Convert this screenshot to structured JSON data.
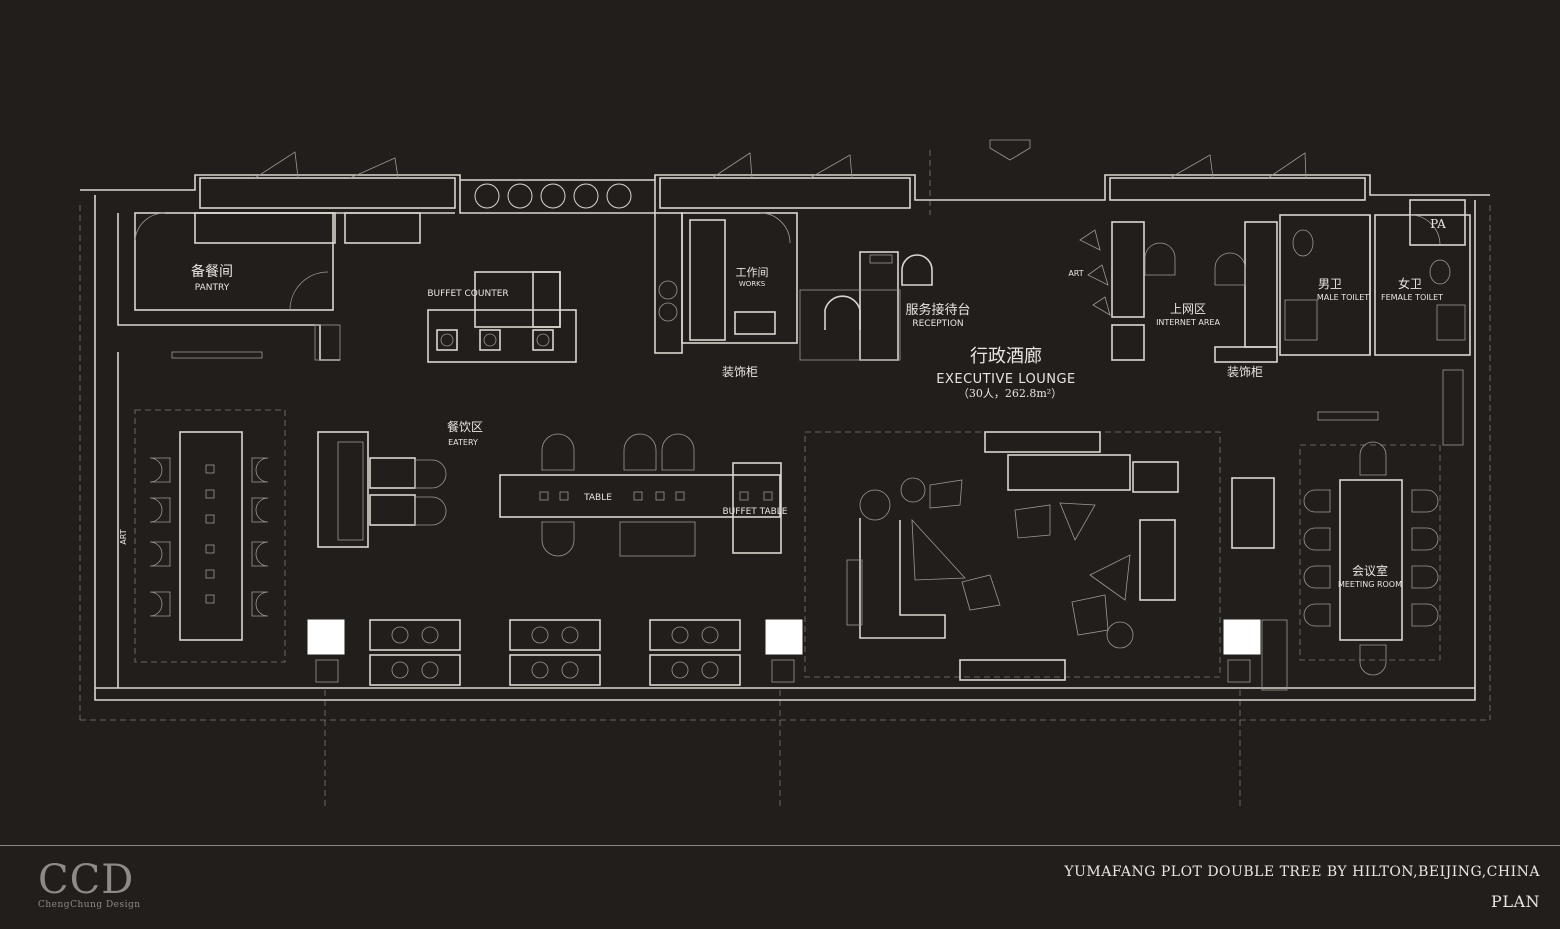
{
  "labels": {
    "pantry_zh": "备餐间",
    "pantry_en": "PANTRY",
    "buffet_counter": "BUFFET COUNTER",
    "works_zh": "工作间",
    "works_en": "WORKS",
    "reception_zh": "服务接待台",
    "reception_en": "RECEPTION",
    "art_left": "ART",
    "art_right": "ART",
    "internet_zh": "上网区",
    "internet_en": "INTERNET AREA",
    "male_zh": "男卫",
    "male_en": "MALE TOILET",
    "female_zh": "女卫",
    "female_en": "FEMALE TOILET",
    "pa": "PA",
    "cabinet_left": "装饰柜",
    "cabinet_right": "装饰柜",
    "lounge_zh": "行政酒廊",
    "lounge_en": "EXECUTIVE LOUNGE",
    "lounge_capacity": "（30人，262.8m²）",
    "eatery_zh": "餐饮区",
    "eatery_en": "EATERY",
    "table": "TABLE",
    "buffet_table": "BUFFET TABLE",
    "meeting_zh": "会议室",
    "meeting_en": "MEETING ROOM"
  },
  "footer": {
    "logo_mark": "CCD",
    "logo_sub": "ChengChung Design",
    "project_title": "YUMAFANG PLOT DOUBLE TREE BY HILTON,BEIJING,CHINA",
    "sheet_name": "PLAN"
  },
  "colors": {
    "background": "#221e1b",
    "linework": "#d9d5cf",
    "text": "#e9e6e1"
  }
}
